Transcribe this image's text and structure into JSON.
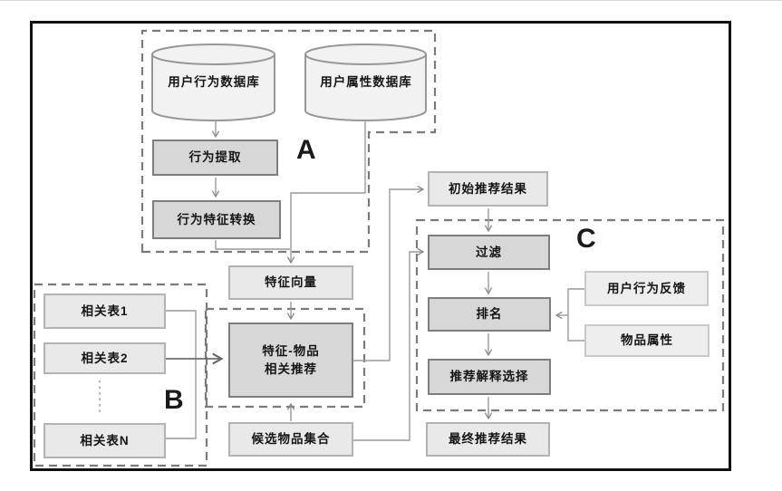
{
  "diagram_title": "recommendation-system-architecture-flowchart",
  "section_labels": {
    "a": "A",
    "b": "B",
    "c": "C"
  },
  "nodes": {
    "behavior_db": {
      "label": "用户行为数据库",
      "shape": "cylinder"
    },
    "attribute_db": {
      "label": "用户属性数据库",
      "shape": "cylinder"
    },
    "behavior_extract": {
      "label": "行为提取"
    },
    "behavior_convert": {
      "label": "行为特征转换"
    },
    "feature_vector": {
      "label": "特征向量"
    },
    "feature_item_rec": {
      "label": "特征-物品\n相关推荐"
    },
    "candidate_items": {
      "label": "候选物品集合"
    },
    "related_table_1": {
      "label": "相关表1"
    },
    "related_table_2": {
      "label": "相关表2"
    },
    "related_table_n": {
      "label": "相关表N"
    },
    "initial_results": {
      "label": "初始推荐结果"
    },
    "filter": {
      "label": "过滤"
    },
    "ranking": {
      "label": "排名"
    },
    "user_feedback": {
      "label": "用户行为反馈"
    },
    "item_attributes": {
      "label": "物品属性"
    },
    "explanation_select": {
      "label": "推荐解释选择"
    },
    "final_results": {
      "label": "最终推荐结果"
    }
  },
  "colors": {
    "node_dark_fill": "#d7d7d7",
    "node_dark_border": "#7e7e7e",
    "node_light_fill": "#e9e9e9",
    "node_light_border": "#b3b3b3",
    "node_side_fill": "#eeeeee",
    "node_side_border": "#c9c9c9",
    "cylinder_fill": "#f2f2f2",
    "cylinder_border": "#979797",
    "outline_dash": "#7a7a7a",
    "connector": "#9a9a9a",
    "connector_strong": "#6e6e6e",
    "frame": "#111111",
    "text": "#151515"
  }
}
